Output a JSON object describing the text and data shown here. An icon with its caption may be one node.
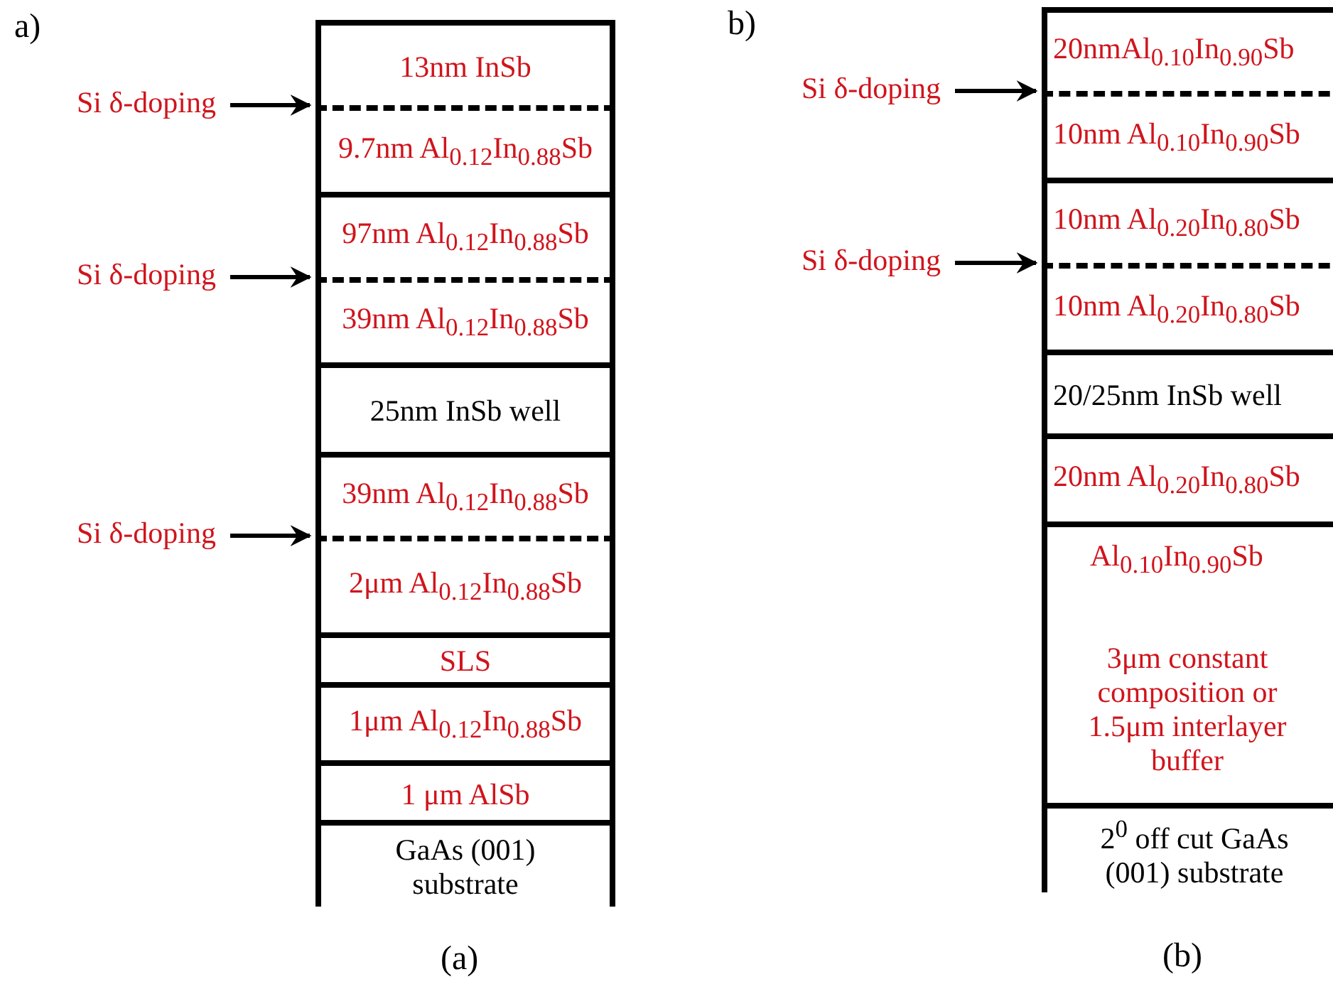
{
  "diagram": {
    "nodes": [
      {
        "text": [
          "13nm InSb"
        ]
      },
      {
        "text": [
          "9.7nm Al$_{0.12}$In$_{0.88}$Sb"
        ]
      },
      {
        "text": [
          "97nm Al$_{0.12}$In$_{0.88}$Sb"
        ]
      },
      {
        "text": [
          "39nm Al$_{0.12}$In$_{0.88}$Sb"
        ]
      },
      {
        "text": [
          "25nm InSb well"
        ]
      },
      {
        "text": [
          "39nm Al$_{0.12}$In$_{0.88}$Sb"
        ]
      },
      {
        "text": [
          "2μm Al$_{0.12}$In$_{0.88}$Sb"
        ]
      },
      {
        "text": [
          "SLS"
        ]
      },
      {
        "text": [
          "1μm Al$_{0.12}$In$_{0.88}$Sb"
        ]
      },
      {
        "text": [
          "1 μm AlSb"
        ]
      },
      {
        "text": [
          "GaAs (001) substrate"
        ]
      },
      {
        "text": [
          "Si δ-doping"
        ]
      },
      {
        "text": [
          "Si δ-doping"
        ]
      },
      {
        "text": [
          "Si δ-doping"
        ]
      },
      {
        "text": [
          "20nmAl$_{0.10}$In$_{0.90}$Sb"
        ]
      },
      {
        "text": [
          "10nm Al$_{0.10}$In$_{0.90}$Sb"
        ]
      },
      {
        "text": [
          "10nm Al$_{0.20}$In$_{0.80}$Sb"
        ]
      },
      {
        "text": [
          "10nm Al$_{0.20}$In$_{0.80}$Sb"
        ]
      },
      {
        "text": [
          "20/25nm InSb well"
        ]
      },
      {
        "text": [
          "20nm Al$_{0.20}$In$_{0.80}$Sb"
        ]
      },
      {
        "text": [
          "Al$_{0.10}$In$_{0.90}$Sb",
          "3μm constant composition or 1.5μm interlayer buffer"
        ]
      },
      {
        "text": [
          "2$^{0}$ off cut GaAs (001) substrate"
        ]
      },
      {
        "text": [
          "Si δ-doping"
        ]
      },
      {
        "text": [
          "Si δ-doping"
        ]
      }
    ],
    "edges": [
      {
        "from": 11,
        "to": 0,
        "arrow": "to"
      },
      {
        "from": 12,
        "to": 2,
        "arrow": "to"
      },
      {
        "from": 13,
        "to": 5,
        "arrow": "to"
      },
      {
        "from": 22,
        "to": 14,
        "arrow": "to"
      },
      {
        "from": 23,
        "to": 16,
        "arrow": "to"
      }
    ],
    "labels": [
      "a)",
      "b)",
      "(a)",
      "(b)"
    ]
  }
}
